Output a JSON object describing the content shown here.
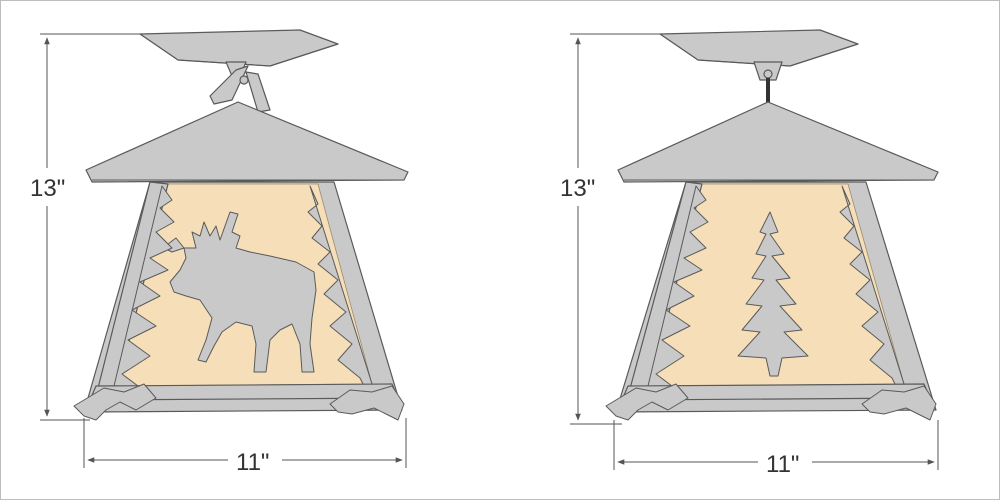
{
  "left_fixture": {
    "height_label": "13\"",
    "width_label": "11\""
  },
  "right_fixture": {
    "height_label": "13\"",
    "width_label": "11\""
  },
  "colors": {
    "metal": "#c9c9c9",
    "outline": "#5a5a5a",
    "glow": "#f6dfb8",
    "dimension": "#555555"
  }
}
